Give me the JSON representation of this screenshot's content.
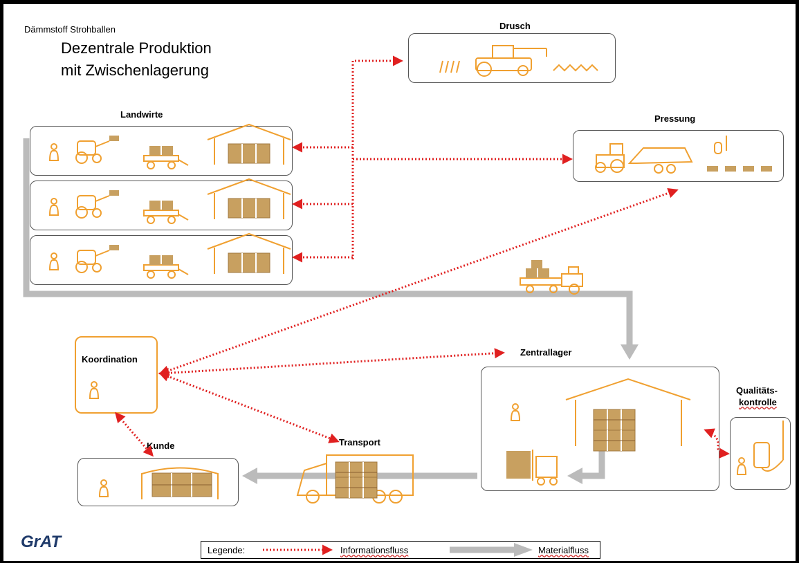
{
  "header": {
    "subtitle": "Dämmstoff Strohballen",
    "title_line1": "Dezentrale Produktion",
    "title_line2": "mit Zwischenlagerung"
  },
  "nodes": {
    "drusch": "Drusch",
    "landwirte": "Landwirte",
    "pressung": "Pressung",
    "koordination": "Koordination",
    "zentrallager": "Zentrallager",
    "qualitaet_line1": "Qualitäts-",
    "qualitaet_line2": "kontrolle",
    "kunde": "Kunde",
    "transport": "Transport"
  },
  "legend": {
    "title": "Legende:",
    "info": "Informationsfluss",
    "material": "Materialfluss"
  },
  "logo": "GrAT",
  "colors": {
    "info_flow": "#e02020",
    "material_flow": "#bbbbbb",
    "icon": "#f0a030",
    "bale": "#c8a060"
  }
}
